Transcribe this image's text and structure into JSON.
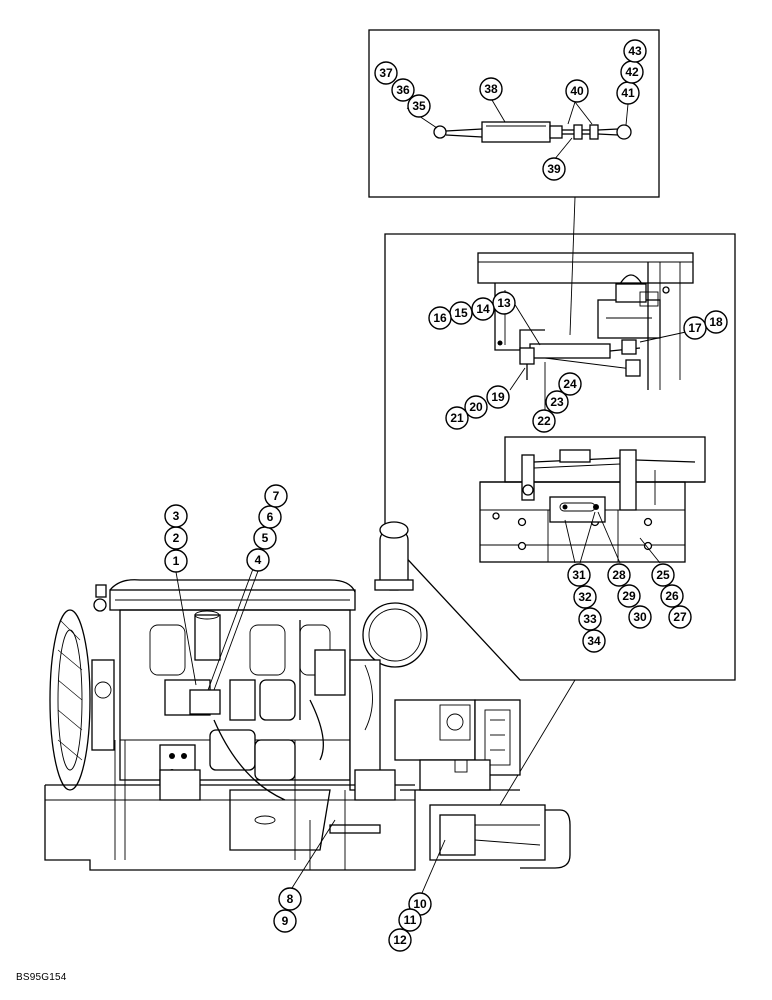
{
  "figure": {
    "id_code": "BS95G154"
  },
  "callouts": [
    "1",
    "2",
    "3",
    "4",
    "5",
    "6",
    "7",
    "8",
    "9",
    "10",
    "11",
    "12",
    "13",
    "14",
    "15",
    "16",
    "17",
    "18",
    "19",
    "20",
    "21",
    "22",
    "23",
    "24",
    "25",
    "26",
    "27",
    "28",
    "29",
    "30",
    "31",
    "32",
    "33",
    "34",
    "35",
    "36",
    "37",
    "38",
    "39",
    "40",
    "41",
    "42",
    "43"
  ],
  "colors": {
    "line": "#000000",
    "background": "#ffffff"
  }
}
